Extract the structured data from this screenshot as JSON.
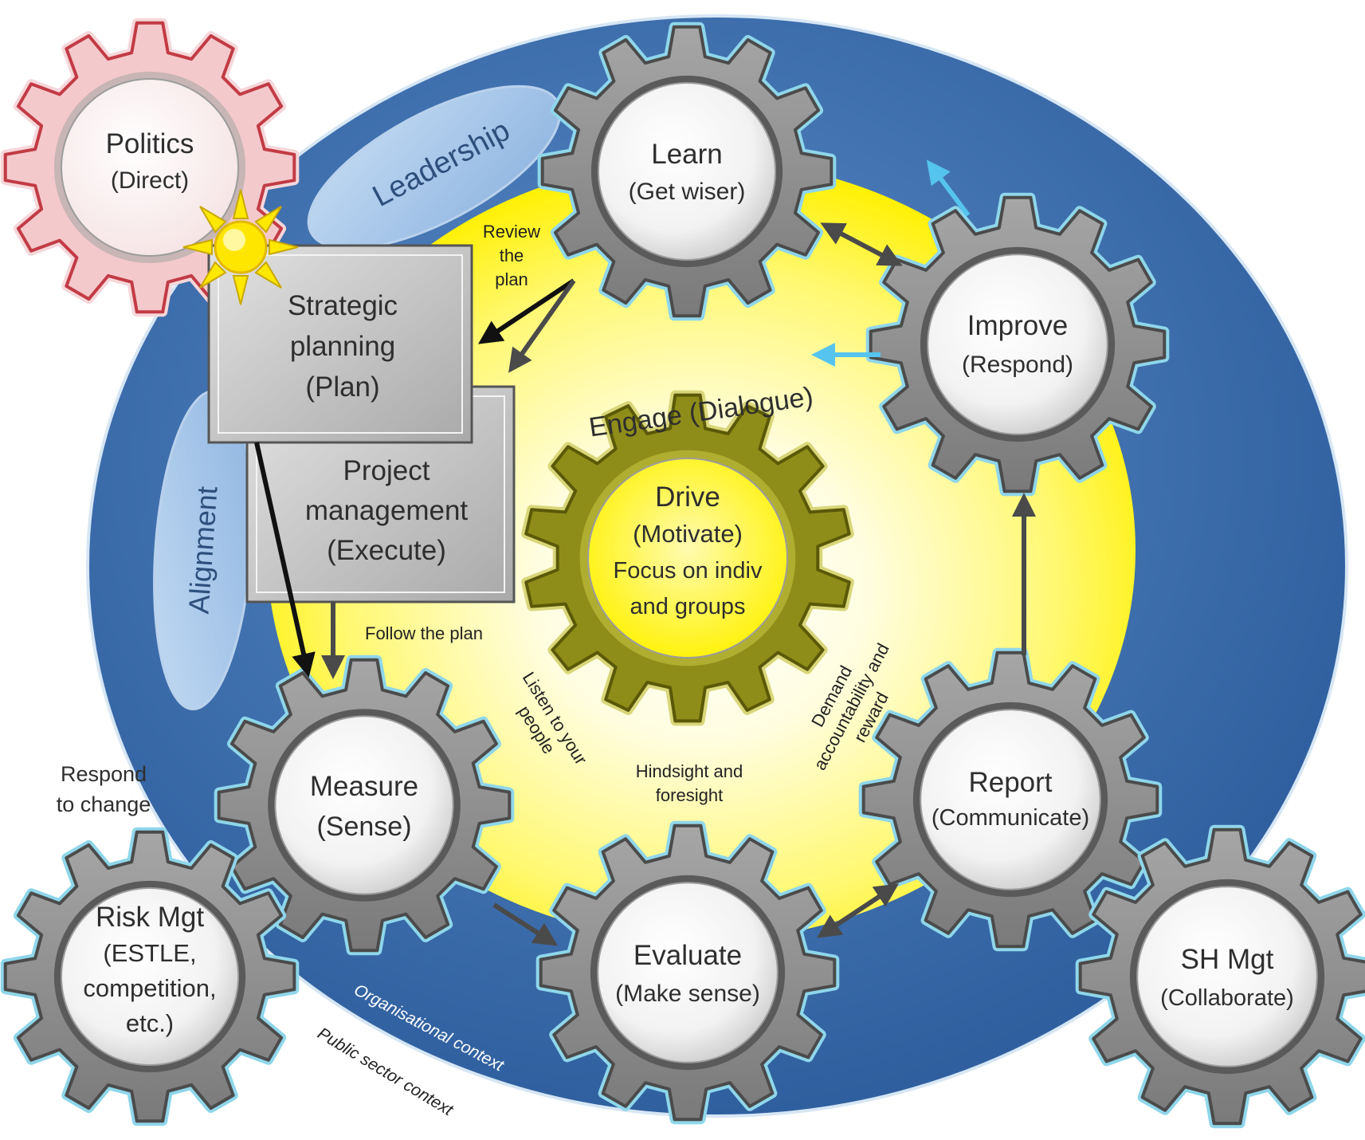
{
  "diagram": {
    "ellipse_labels": {
      "leadership": "Leadership",
      "alignment": "Alignment"
    },
    "boxes": {
      "strategic": [
        "Strategic",
        "planning",
        "(Plan)"
      ],
      "project": [
        "Project",
        "management",
        "(Execute)"
      ]
    },
    "gears": {
      "politics": [
        "Politics",
        "(Direct)"
      ],
      "learn": [
        "Learn",
        "(Get wiser)"
      ],
      "improve": [
        "Improve",
        "(Respond)"
      ],
      "drive": [
        "Drive",
        "(Motivate)",
        "Focus on indiv",
        "and groups"
      ],
      "measure": [
        "Measure",
        "(Sense)"
      ],
      "report": [
        "Report",
        "(Communicate)"
      ],
      "evaluate": [
        "Evaluate",
        "(Make sense)"
      ],
      "risk": [
        "Risk Mgt",
        "(ESTLE,",
        "competition,",
        "etc.)"
      ],
      "sh": [
        "SH Mgt",
        "(Collaborate)"
      ]
    },
    "notes": {
      "review": [
        "Review",
        "the",
        "plan"
      ],
      "engage": "Engage (Dialogue)",
      "follow": "Follow the plan",
      "listen": [
        "Listen to your",
        "people"
      ],
      "hindsight": [
        "Hindsight and",
        "foresight"
      ],
      "demand": [
        "Demand",
        "accountability and",
        "reward"
      ],
      "respond": [
        "Respond",
        "to change"
      ]
    },
    "context": {
      "organisational": "Organisational context",
      "public": "Public sector context"
    },
    "colors": {
      "outer_blue": "#3f6fac",
      "inner_yellow": "#fff000",
      "gear_grey": "#8e8e8e",
      "gear_outline_blue": "#8fd6ea",
      "politics_pink": "#f4c9cc",
      "drive_olive": "#8f8d19",
      "arrow_grey": "#4a4a4a",
      "arrow_cyan": "#55c4ee"
    }
  }
}
